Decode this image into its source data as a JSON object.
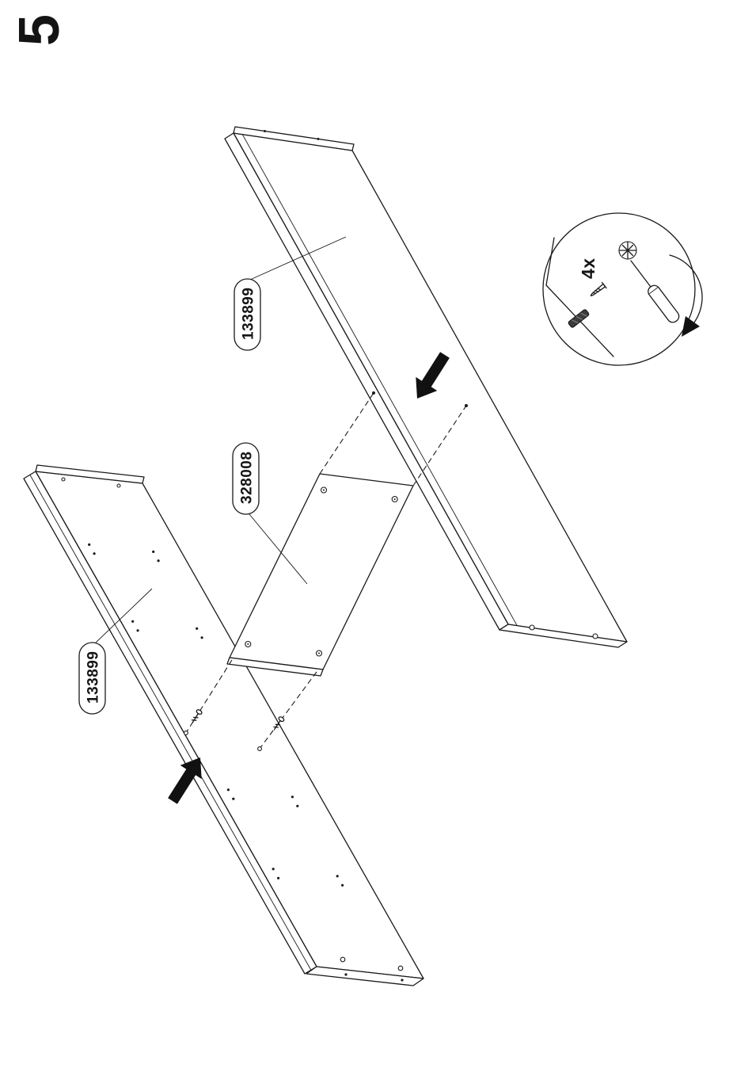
{
  "page": {
    "step_number": "5"
  },
  "callouts": {
    "top_panel": {
      "part_number": "133899"
    },
    "middle_panel": {
      "part_number": "328008"
    },
    "bottom_panel": {
      "part_number": "133899"
    }
  },
  "hardware_detail": {
    "quantity_label": "4x",
    "icons": [
      "pozidriv-head-icon",
      "screw-side-icon",
      "dowel-icon",
      "screwdriver-icon",
      "rotation-arrow-icon",
      "panel-corner"
    ]
  },
  "colors": {
    "line": "#1a1a1a",
    "arrow_fill": "#111111"
  }
}
